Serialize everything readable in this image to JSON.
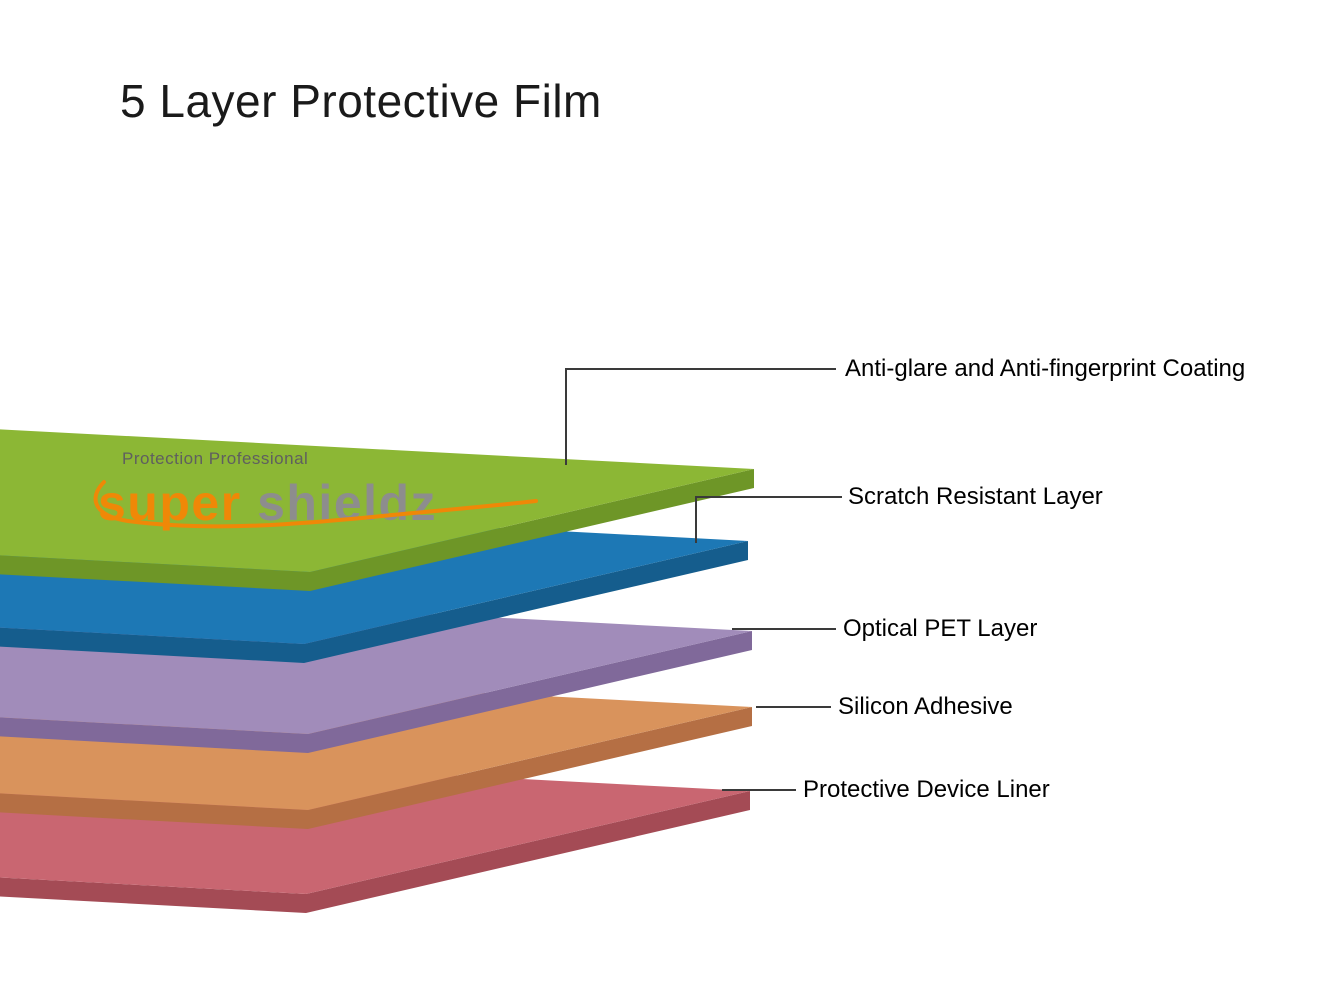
{
  "title": "5 Layer Protective Film",
  "logo": {
    "tagline": "Protection Professional",
    "brand_left": "super",
    "brand_right": "shieldz",
    "colors": {
      "brand_left": "#ef8807",
      "brand_right": "#8d8d8d",
      "swoosh": "#ef8807",
      "tagline": "#5f5f5f"
    }
  },
  "leader_line_color": "#3a3a3a",
  "layers": [
    {
      "label": "Anti-glare and Anti-fingerprint Coating",
      "color": "#8cb735",
      "edge_color": "#6e9627"
    },
    {
      "label": "Scratch Resistant Layer",
      "color": "#1d78b5",
      "edge_color": "#155d8d"
    },
    {
      "label": "Optical PET Layer",
      "color": "#a18cba",
      "edge_color": "#80699a"
    },
    {
      "label": "Silicon Adhesive",
      "color": "#d9935c",
      "edge_color": "#b56f44"
    },
    {
      "label": "Protective Device Liner",
      "color": "#c96671",
      "edge_color": "#a44b55"
    }
  ]
}
